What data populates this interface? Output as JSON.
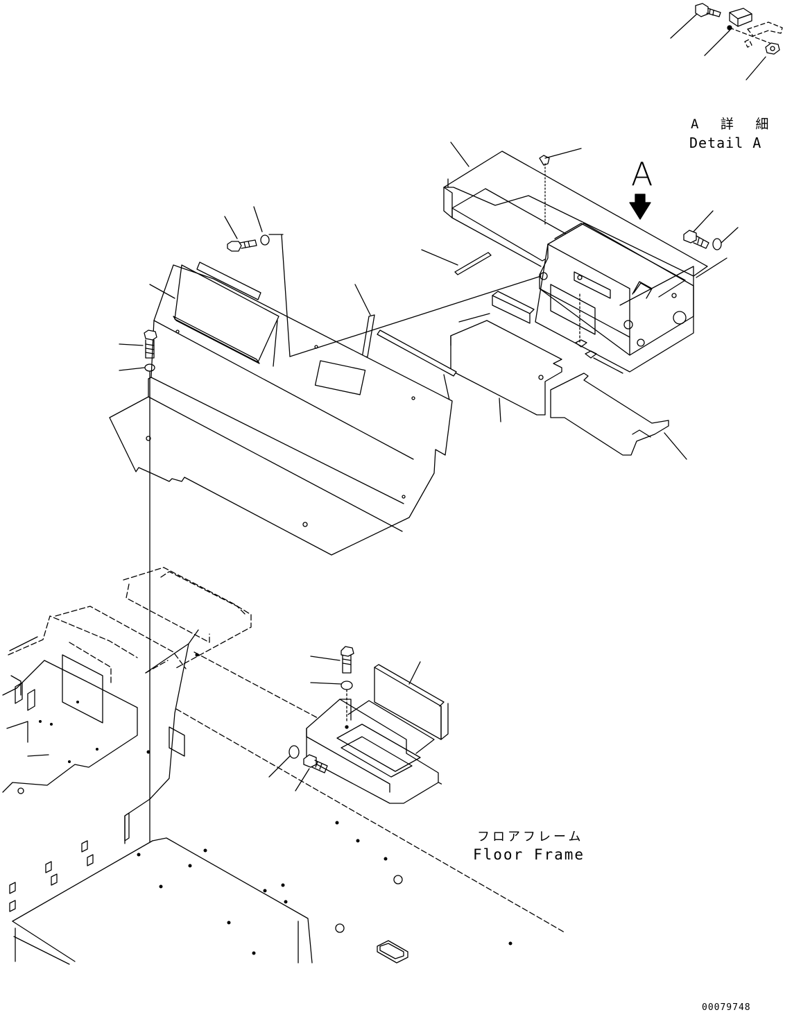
{
  "labels": {
    "detail_jp": "A 詳 細",
    "detail_en": "Detail A",
    "view_letter": "A",
    "floor_jp": "フロアフレーム",
    "floor_en": "Floor Frame",
    "drawing_number": "00079748"
  }
}
